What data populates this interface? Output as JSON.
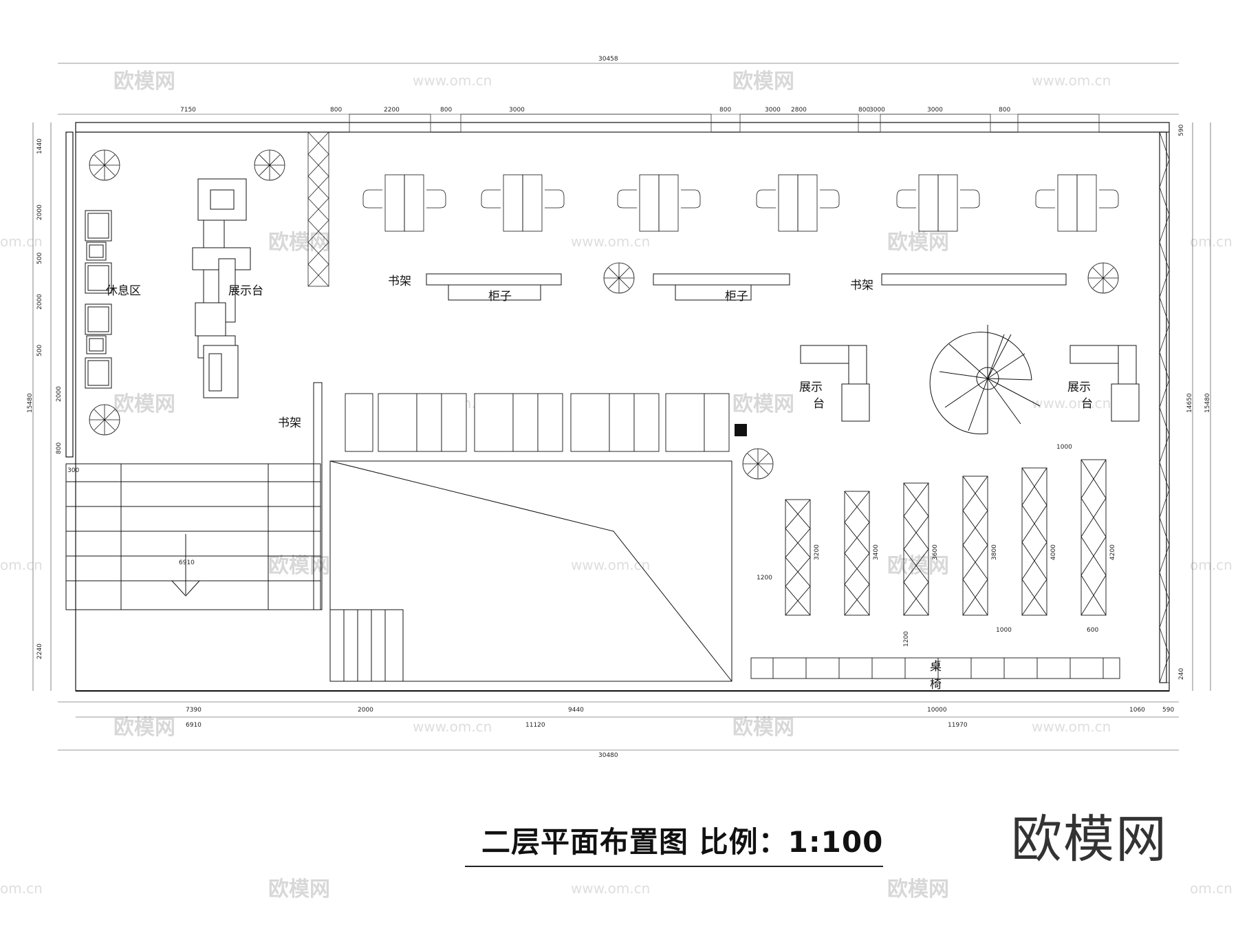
{
  "title": "二层平面布置图 比例：1:100",
  "logo": "欧模网",
  "watermarks": {
    "brand": "欧模网",
    "url": "www.om.cn",
    "url_short": "om.cn"
  },
  "labels": {
    "rest_area": "休息区",
    "display_left": "展示台",
    "shelf_top_left": "书架",
    "shelf_top_right": "书架",
    "shelf_mid": "书架",
    "cabinet_1": "柜子",
    "cabinet_2": "柜子",
    "display_mid": [
      "展示",
      "台"
    ],
    "display_right": [
      "展示",
      "台"
    ],
    "table_chairs": [
      "桌",
      "椅"
    ]
  },
  "dimensions": {
    "overall_top": "30458",
    "overall_bottom": "30480",
    "top_row": [
      "7150",
      "800",
      "2200",
      "800",
      "3000",
      "800",
      "3000",
      "2800",
      "800",
      "3000",
      "3000",
      "800"
    ],
    "bottom_row_1": [
      "7390",
      "2000",
      "9440",
      "10000",
      "1060",
      "590"
    ],
    "bottom_row_2": [
      "6910",
      "11120",
      "11970"
    ],
    "left_col": [
      "1440",
      "2000",
      "500",
      "2000",
      "500",
      "2000",
      "800",
      "300",
      "2240"
    ],
    "left_total": "15480",
    "right_total": "15480",
    "right_inner": "14650",
    "right_top": "590",
    "right_bottom": "240",
    "stair_width": "6910",
    "shelf_heights": [
      "3200",
      "3400",
      "3600",
      "3800",
      "4000",
      "4200"
    ],
    "shelf_spacing_top": "1000",
    "shelf_spacing_bottom": "1000",
    "shelf_width": "600",
    "shelf_gap_left": "1200",
    "shelf_gap_vertical": "1200"
  }
}
